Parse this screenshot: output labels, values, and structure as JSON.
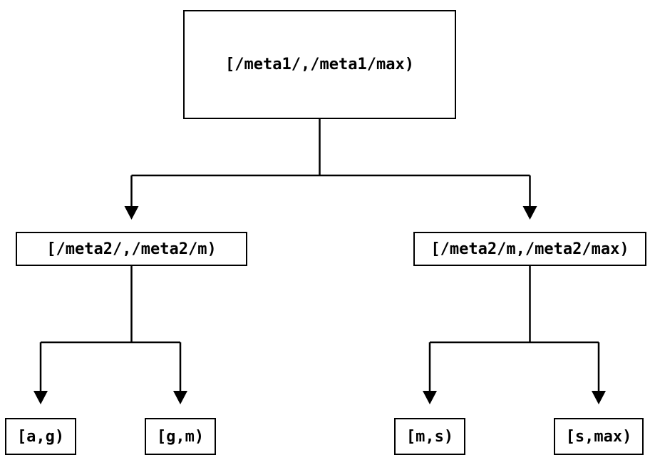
{
  "diagram": {
    "type": "tree",
    "description": "Key-range partition tree",
    "colors": {
      "line": "#000000",
      "text": "#000000",
      "background": "#ffffff"
    },
    "root": {
      "label": "[/meta1/,/meta1/max)",
      "children": [
        {
          "label": "[/meta2/,/meta2/m)",
          "children": [
            {
              "label": "[a,g)"
            },
            {
              "label": "[g,m)"
            }
          ]
        },
        {
          "label": "[/meta2/m,/meta2/max)",
          "children": [
            {
              "label": "[m,s)"
            },
            {
              "label": "[s,max)"
            }
          ]
        }
      ]
    }
  }
}
